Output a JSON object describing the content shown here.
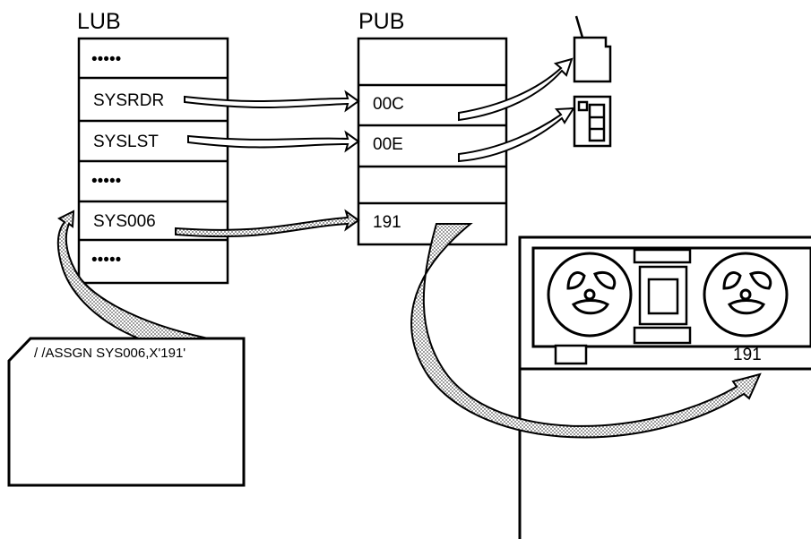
{
  "lub": {
    "title": "LUB",
    "entries": [
      "•••••",
      "SYSRDR",
      "SYSLST",
      "•••••",
      "SYS006",
      "•••••"
    ]
  },
  "pub": {
    "title": "PUB",
    "entries": [
      "",
      "00C",
      "00E",
      "",
      "191"
    ]
  },
  "control_card": {
    "text": "/ /ASSGN SYS006,X'191'"
  },
  "tape_unit": {
    "address": "191"
  },
  "devices": {
    "reader_icon": "card-reader-icon",
    "printer_icon": "printer-icon",
    "tape_icon": "tape-drive-icon"
  },
  "colors": {
    "line": "#000000",
    "fill": "#ffffff",
    "dotted_fill": "#c8c8c8"
  }
}
